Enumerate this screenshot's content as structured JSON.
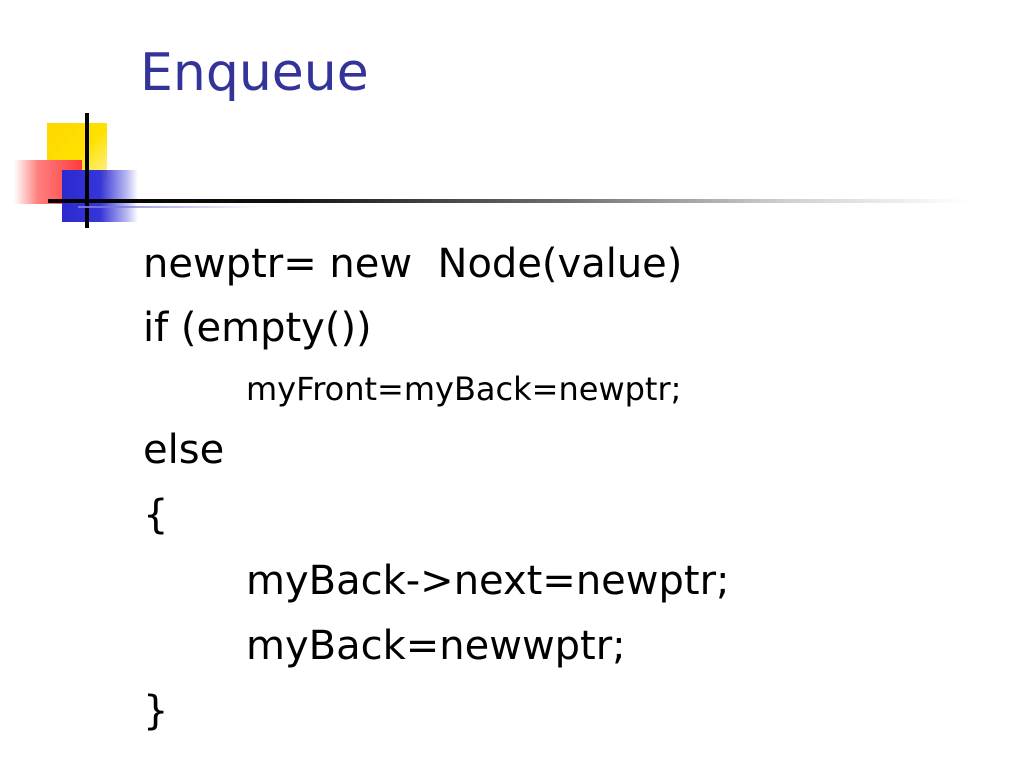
{
  "slide": {
    "title": "Enqueue",
    "code_lines": [
      {
        "text": "newptr= new  Node(value)"
      },
      {
        "text": "if (empty())"
      },
      {
        "text": "myFront=myBack=newptr;"
      },
      {
        "text": "else"
      },
      {
        "text": "{"
      },
      {
        "text": "myBack->next=newptr;"
      },
      {
        "text": "myBack=newwptr;"
      },
      {
        "text": "}"
      }
    ]
  },
  "colors": {
    "title": "#333399",
    "text": "#000000",
    "accent_yellow": "#ffd700",
    "accent_red": "#ff3b3b",
    "accent_blue": "#2a2ad0"
  }
}
